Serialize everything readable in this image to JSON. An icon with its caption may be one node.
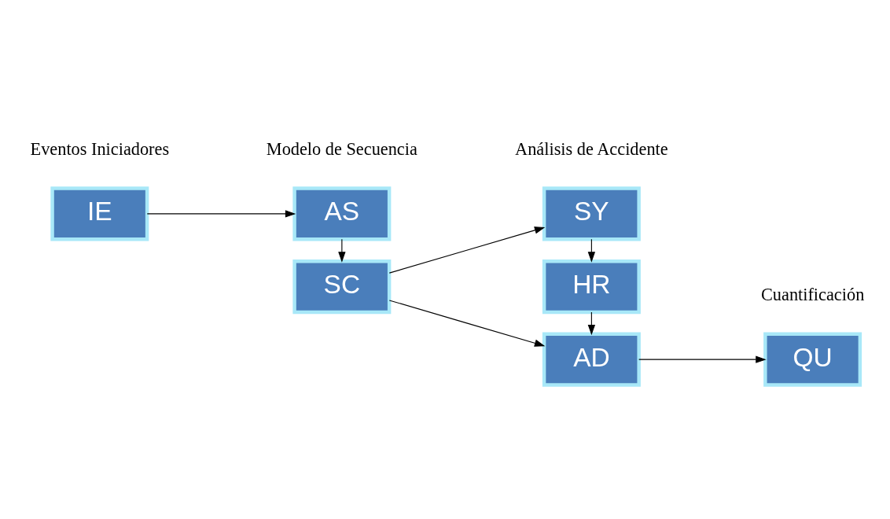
{
  "diagram": {
    "nodes": [
      {
        "text": [
          "IE"
        ]
      },
      {
        "text": [
          "AS"
        ]
      },
      {
        "text": [
          "SC"
        ]
      },
      {
        "text": [
          "SY"
        ]
      },
      {
        "text": [
          "HR"
        ]
      },
      {
        "text": [
          "AD"
        ]
      },
      {
        "text": [
          "QU"
        ]
      }
    ],
    "edges": [
      {
        "from": 0,
        "to": 1,
        "arrow": "to"
      },
      {
        "from": 1,
        "to": 2,
        "arrow": "to"
      },
      {
        "from": 2,
        "to": 3,
        "arrow": "to"
      },
      {
        "from": 2,
        "to": 5,
        "arrow": "to"
      },
      {
        "from": 3,
        "to": 4,
        "arrow": "to"
      },
      {
        "from": 4,
        "to": 5,
        "arrow": "to"
      },
      {
        "from": 5,
        "to": 6,
        "arrow": "to"
      }
    ],
    "labels": [
      "Eventos Iniciadores",
      "Modelo de Secuencia",
      "Análisis de Accidente",
      "Cuantificación"
    ]
  }
}
